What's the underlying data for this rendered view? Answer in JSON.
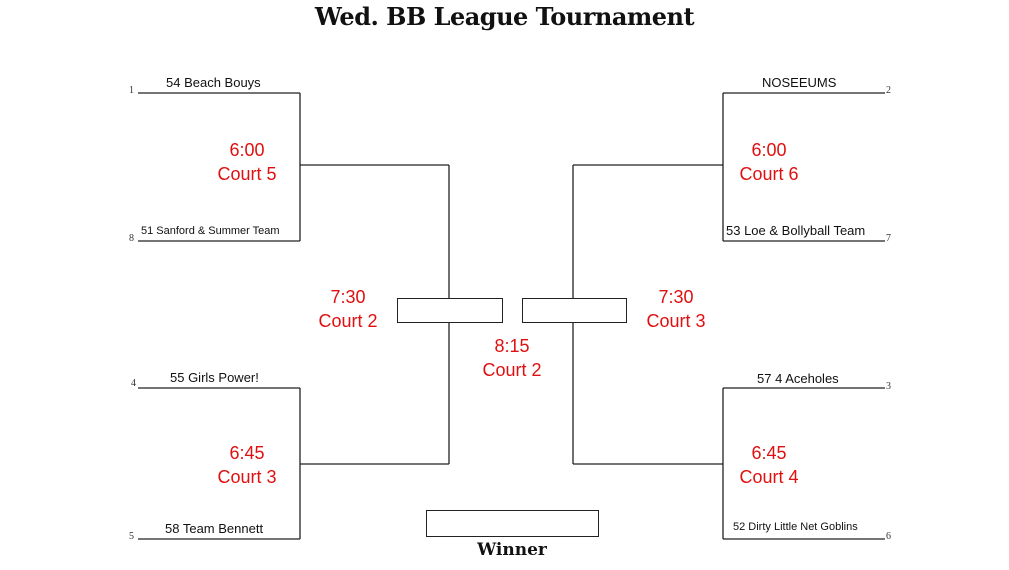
{
  "title": "Wed. BB League Tournament",
  "teams": {
    "t1": {
      "seed": "1",
      "name": "54 Beach Bouys"
    },
    "t8": {
      "seed": "8",
      "name": "51 Sanford & Summer Team"
    },
    "t4": {
      "seed": "4",
      "name": "55 Girls Power!"
    },
    "t5": {
      "seed": "5",
      "name": "58 Team Bennett"
    },
    "t2": {
      "seed": "2",
      "name": "NOSEEUMS"
    },
    "t7": {
      "seed": "7",
      "name": "53 Loe & Bollyball Team"
    },
    "t3": {
      "seed": "3",
      "name": "57 4 Aceholes"
    },
    "t6": {
      "seed": "6",
      "name": "52 Dirty Little Net Goblins"
    }
  },
  "games": {
    "g_1_8": {
      "time": "6:00",
      "court": "Court 5"
    },
    "g_4_5": {
      "time": "6:45",
      "court": "Court 3"
    },
    "g_2_7": {
      "time": "6:00",
      "court": "Court 6"
    },
    "g_3_6": {
      "time": "6:45",
      "court": "Court 4"
    },
    "semi_left": {
      "time": "7:30",
      "court": "Court 2"
    },
    "semi_right": {
      "time": "7:30",
      "court": "Court 3"
    },
    "final": {
      "time": "8:15",
      "court": "Court 2"
    }
  },
  "winner_label": "Winner",
  "colors": {
    "schedule": "#e01010",
    "lines": "#222222"
  }
}
